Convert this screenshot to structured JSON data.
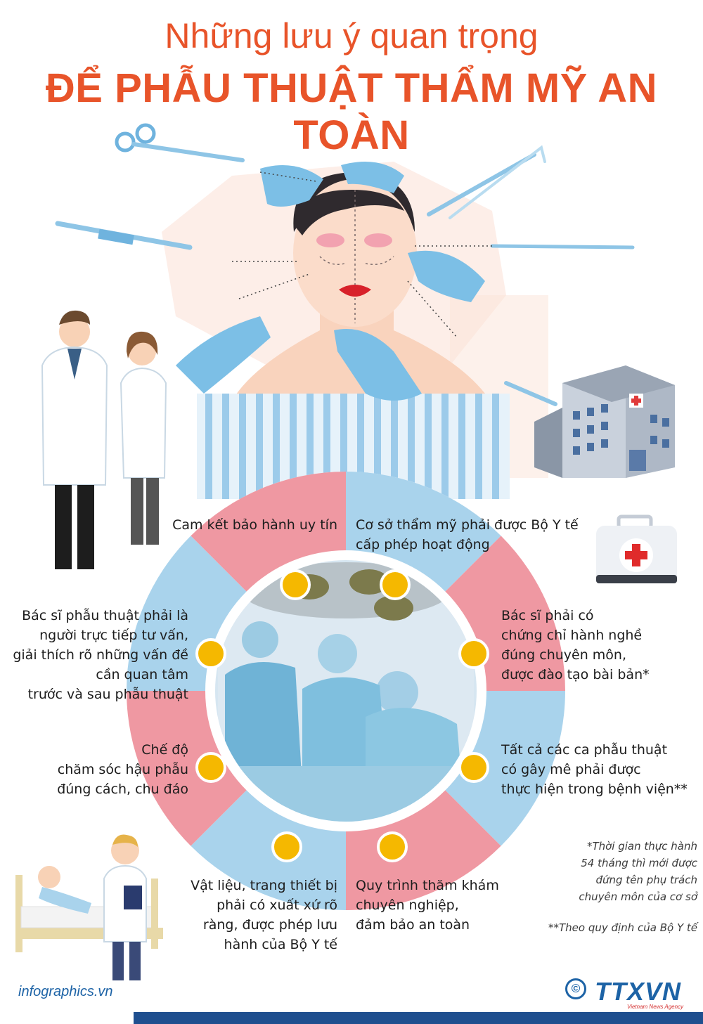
{
  "title": {
    "line1": "Những lưu ý quan trọng",
    "line2": "ĐỂ PHẪU THUẬT THẨM MỸ AN TOÀN"
  },
  "colors": {
    "title": "#e8542a",
    "wheel_blue": "#a9d3ec",
    "wheel_pink": "#ef98a2",
    "bullet": "#f5b800",
    "brand": "#1d63a6"
  },
  "points": {
    "warranty": "Cam kết bảo hành uy tín",
    "license_line1": "Cơ sở thẩm mỹ phải được Bộ Y tế",
    "license_line2": "cấp phép hoạt động",
    "cert_line1": "Bác sĩ phải có",
    "cert_line2": "chứng chỉ hành nghề",
    "cert_line3": "đúng chuyên môn,",
    "cert_line4": "được đào tạo bài bản*",
    "hospital_line1": "Tất cả các ca phẫu thuật",
    "hospital_line2": "có gây mê phải được",
    "hospital_line3": "thực hiện trong bệnh viện**",
    "exam_line1": "Quy trình thăm khám",
    "exam_line2": "chuyên nghiệp,",
    "exam_line3": "đảm bảo an toàn",
    "materials_line1": "Vật liệu, trang thiết bị",
    "materials_line2": "phải có xuất xứ rõ",
    "materials_line3": "ràng, được phép lưu",
    "materials_line4": "hành của Bộ Y tế",
    "aftercare_line1": "Chế độ",
    "aftercare_line2": "chăm sóc hậu phẫu",
    "aftercare_line3": "đúng cách, chu đáo",
    "consult_line1": "Bác sĩ phẫu thuật phải là",
    "consult_line2": "người trực tiếp tư vấn,",
    "consult_line3": "giải thích rõ những vấn đề",
    "consult_line4": "cần quan tâm",
    "consult_line5": "trước và sau phẫu thuật"
  },
  "footnotes": {
    "note1_line1": "*Thời gian thực hành",
    "note1_line2": "54 tháng thì mới được",
    "note1_line3": "đứng tên phụ trách",
    "note1_line4": "chuyên môn của cơ sở",
    "note2": "**Theo quy định của Bộ Y tế"
  },
  "footer": {
    "website": "infographics.vn",
    "copyright_symbol": "©",
    "brand": "TTXVN",
    "brand_sub": "Vietnam News Agency"
  },
  "icons": [
    "scissors-icon",
    "scalpel-icon",
    "hospital-building-icon",
    "first-aid-kit-icon",
    "doctor-icon",
    "patient-bed-icon"
  ]
}
